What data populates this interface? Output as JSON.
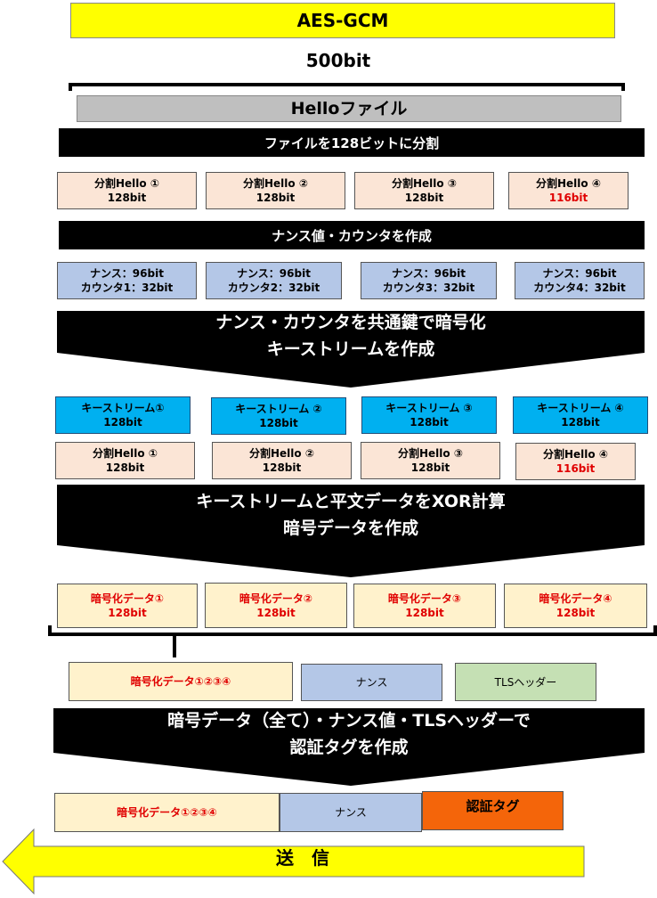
{
  "title": "AES-GCM",
  "size_label": "500bit",
  "hello_file": "Helloファイル",
  "step1": "ファイルを128ビットに分割",
  "split_blocks_a": [
    {
      "name": "分割Hello ①",
      "bits": "128bit"
    },
    {
      "name": "分割Hello ②",
      "bits": "128bit"
    },
    {
      "name": "分割Hello ③",
      "bits": "128bit"
    },
    {
      "name": "分割Hello ④",
      "bits": "116bit"
    }
  ],
  "step2": "ナンス値・カウンタを作成",
  "nonce_blocks": [
    {
      "nonce": "ナンス：96bit",
      "counter": "カウンタ1：32bit"
    },
    {
      "nonce": "ナンス：96bit",
      "counter": "カウンタ2：32bit"
    },
    {
      "nonce": "ナンス：96bit",
      "counter": "カウンタ3：32bit"
    },
    {
      "nonce": "ナンス：96bit",
      "counter": "カウンタ4：32bit"
    }
  ],
  "step3": {
    "line1": "ナンス・カウンタを共通鍵で暗号化",
    "line2": "キーストリームを作成"
  },
  "keystreams": [
    {
      "name": "キーストリーム①",
      "bits": "128bit"
    },
    {
      "name": "キーストリーム ②",
      "bits": "128bit"
    },
    {
      "name": "キーストリーム ③",
      "bits": "128bit"
    },
    {
      "name": "キーストリーム ④",
      "bits": "128bit"
    }
  ],
  "split_blocks_b": [
    {
      "name": "分割Hello ①",
      "bits": "128bit"
    },
    {
      "name": "分割Hello ②",
      "bits": "128bit"
    },
    {
      "name": "分割Hello ③",
      "bits": "128bit"
    },
    {
      "name": "分割Hello ④",
      "bits": "116bit"
    }
  ],
  "step4": {
    "line1": "キーストリームと平文データをXOR計算",
    "line2": "暗号データを作成"
  },
  "cipher_blocks": [
    {
      "name": "暗号化データ①",
      "bits": "128bit"
    },
    {
      "name": "暗号化データ②",
      "bits": "128bit"
    },
    {
      "name": "暗号化データ③",
      "bits": "128bit"
    },
    {
      "name": "暗号化データ④",
      "bits": "128bit"
    }
  ],
  "combined_row": {
    "cipher": "暗号化データ①②③④",
    "nonce": "ナンス",
    "tls": "TLSヘッダー"
  },
  "step5": {
    "line1": "暗号データ（全て）・ナンス値・TLSヘッダーで",
    "line2": "認証タグを作成"
  },
  "final_row": {
    "cipher": "暗号化データ①②③④",
    "nonce": "ナンス",
    "tag": "認証タグ"
  },
  "send_label": "送　信",
  "colors": {
    "title_yellow": "#ffff00",
    "peach": "#fbe5d6",
    "blue": "#b4c7e7",
    "cyan": "#00b0f0",
    "cream": "#fff2cc",
    "green": "#c5e0b4",
    "orange": "#f4650a",
    "red_text": "#e00000"
  }
}
